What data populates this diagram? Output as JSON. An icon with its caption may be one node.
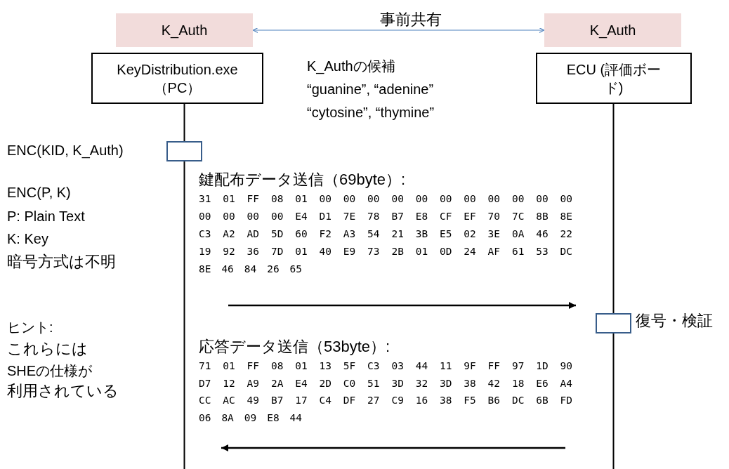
{
  "diagram": {
    "nodes": [
      {
        "text": [
          "K_Auth"
        ]
      },
      {
        "text": [
          "K_Auth"
        ]
      },
      {
        "text": [
          "KeyDistribution.exe （PC）"
        ]
      },
      {
        "text": [
          "ECU (評価ボード)"
        ]
      },
      {
        "text": [],
        "shape": "box",
        "beside": [
          "ENC(KID, K_Auth)"
        ]
      },
      {
        "text": [],
        "shape": "box",
        "beside": [
          "復号・検証"
        ]
      }
    ],
    "edges": [
      {
        "from": 0,
        "to": 1,
        "arrow": "both",
        "label": "事前共有",
        "color": "#4f81bd"
      },
      {
        "from": 2,
        "to": 4,
        "arrow": "none"
      },
      {
        "from": 4,
        "to": null,
        "arrow": "none"
      },
      {
        "from": 3,
        "to": 5,
        "arrow": "none"
      },
      {
        "from": 5,
        "to": null,
        "arrow": "none"
      }
    ],
    "labels": [
      "K_Authの候補",
      "“guanine”, “adenine”",
      "“cytosine”, “thymine”",
      "ENC(P, K)",
      "P: Plain Text",
      "K: Key",
      "暗号方式は不明",
      "ヒント:",
      "これらには",
      "SHEの仕様が",
      "利用されている",
      "鍵配布データ送信（69byte）:",
      "31 01 FF 08 01 00 00 00 00 00 00 00 00 00 00 00",
      "00 00 00 00 E4 D1 7E 78 B7 E8 CF EF 70 7C 8B 8E",
      "C3 A2 AD 5D 60 F2 A3 54 21 3B E5 02 3E 0A 46 22",
      "19 92 36 7D 01 40 E9 73 2B 01 0D 24 AF 61 53 DC",
      "8E 46 84 26 65",
      "応答データ送信（53byte）:",
      "71 01 FF 08 01 13 5F C3 03 44 11 9F FF 97 1D 90",
      "D7 12 A9 2A E4 2D C0 51 3D 32 3D 38 42 18 E6 A4",
      "CC AC 49 B7 17 C4 DF 27 C9 16 38 F5 B6 DC 6B FD",
      "06 8A 09 E8 44"
    ]
  }
}
